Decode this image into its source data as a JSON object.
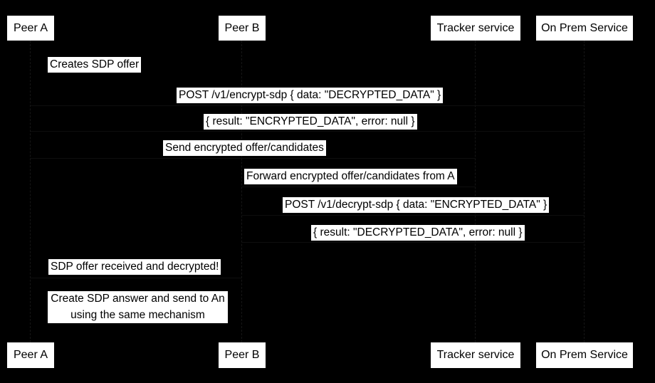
{
  "diagram": {
    "type": "sequence",
    "colors": {
      "background": "#000000",
      "label_background": "#ffffff",
      "text": "#000000",
      "lifeline": "#161616"
    },
    "participants": [
      {
        "label": "Peer A"
      },
      {
        "label": "Peer B"
      },
      {
        "label": "Tracker service"
      },
      {
        "label": "On Prem Service"
      }
    ],
    "messages": [
      {
        "label": "Creates SDP offer"
      },
      {
        "label": "POST /v1/encrypt-sdp { data: \"DECRYPTED_DATA\" }"
      },
      {
        "label": "{ result: \"ENCRYPTED_DATA\", error: null }"
      },
      {
        "label": "Send encrypted offer/candidates"
      },
      {
        "label": "Forward encrypted offer/candidates from A"
      },
      {
        "label": "POST /v1/decrypt-sdp { data: \"ENCRYPTED_DATA\" }"
      },
      {
        "label": "{ result: \"DECRYPTED_DATA\", error: null }"
      },
      {
        "label": "SDP offer received and decrypted!"
      },
      {
        "label": "Create SDP answer and send to An using the same mechanism"
      }
    ]
  }
}
